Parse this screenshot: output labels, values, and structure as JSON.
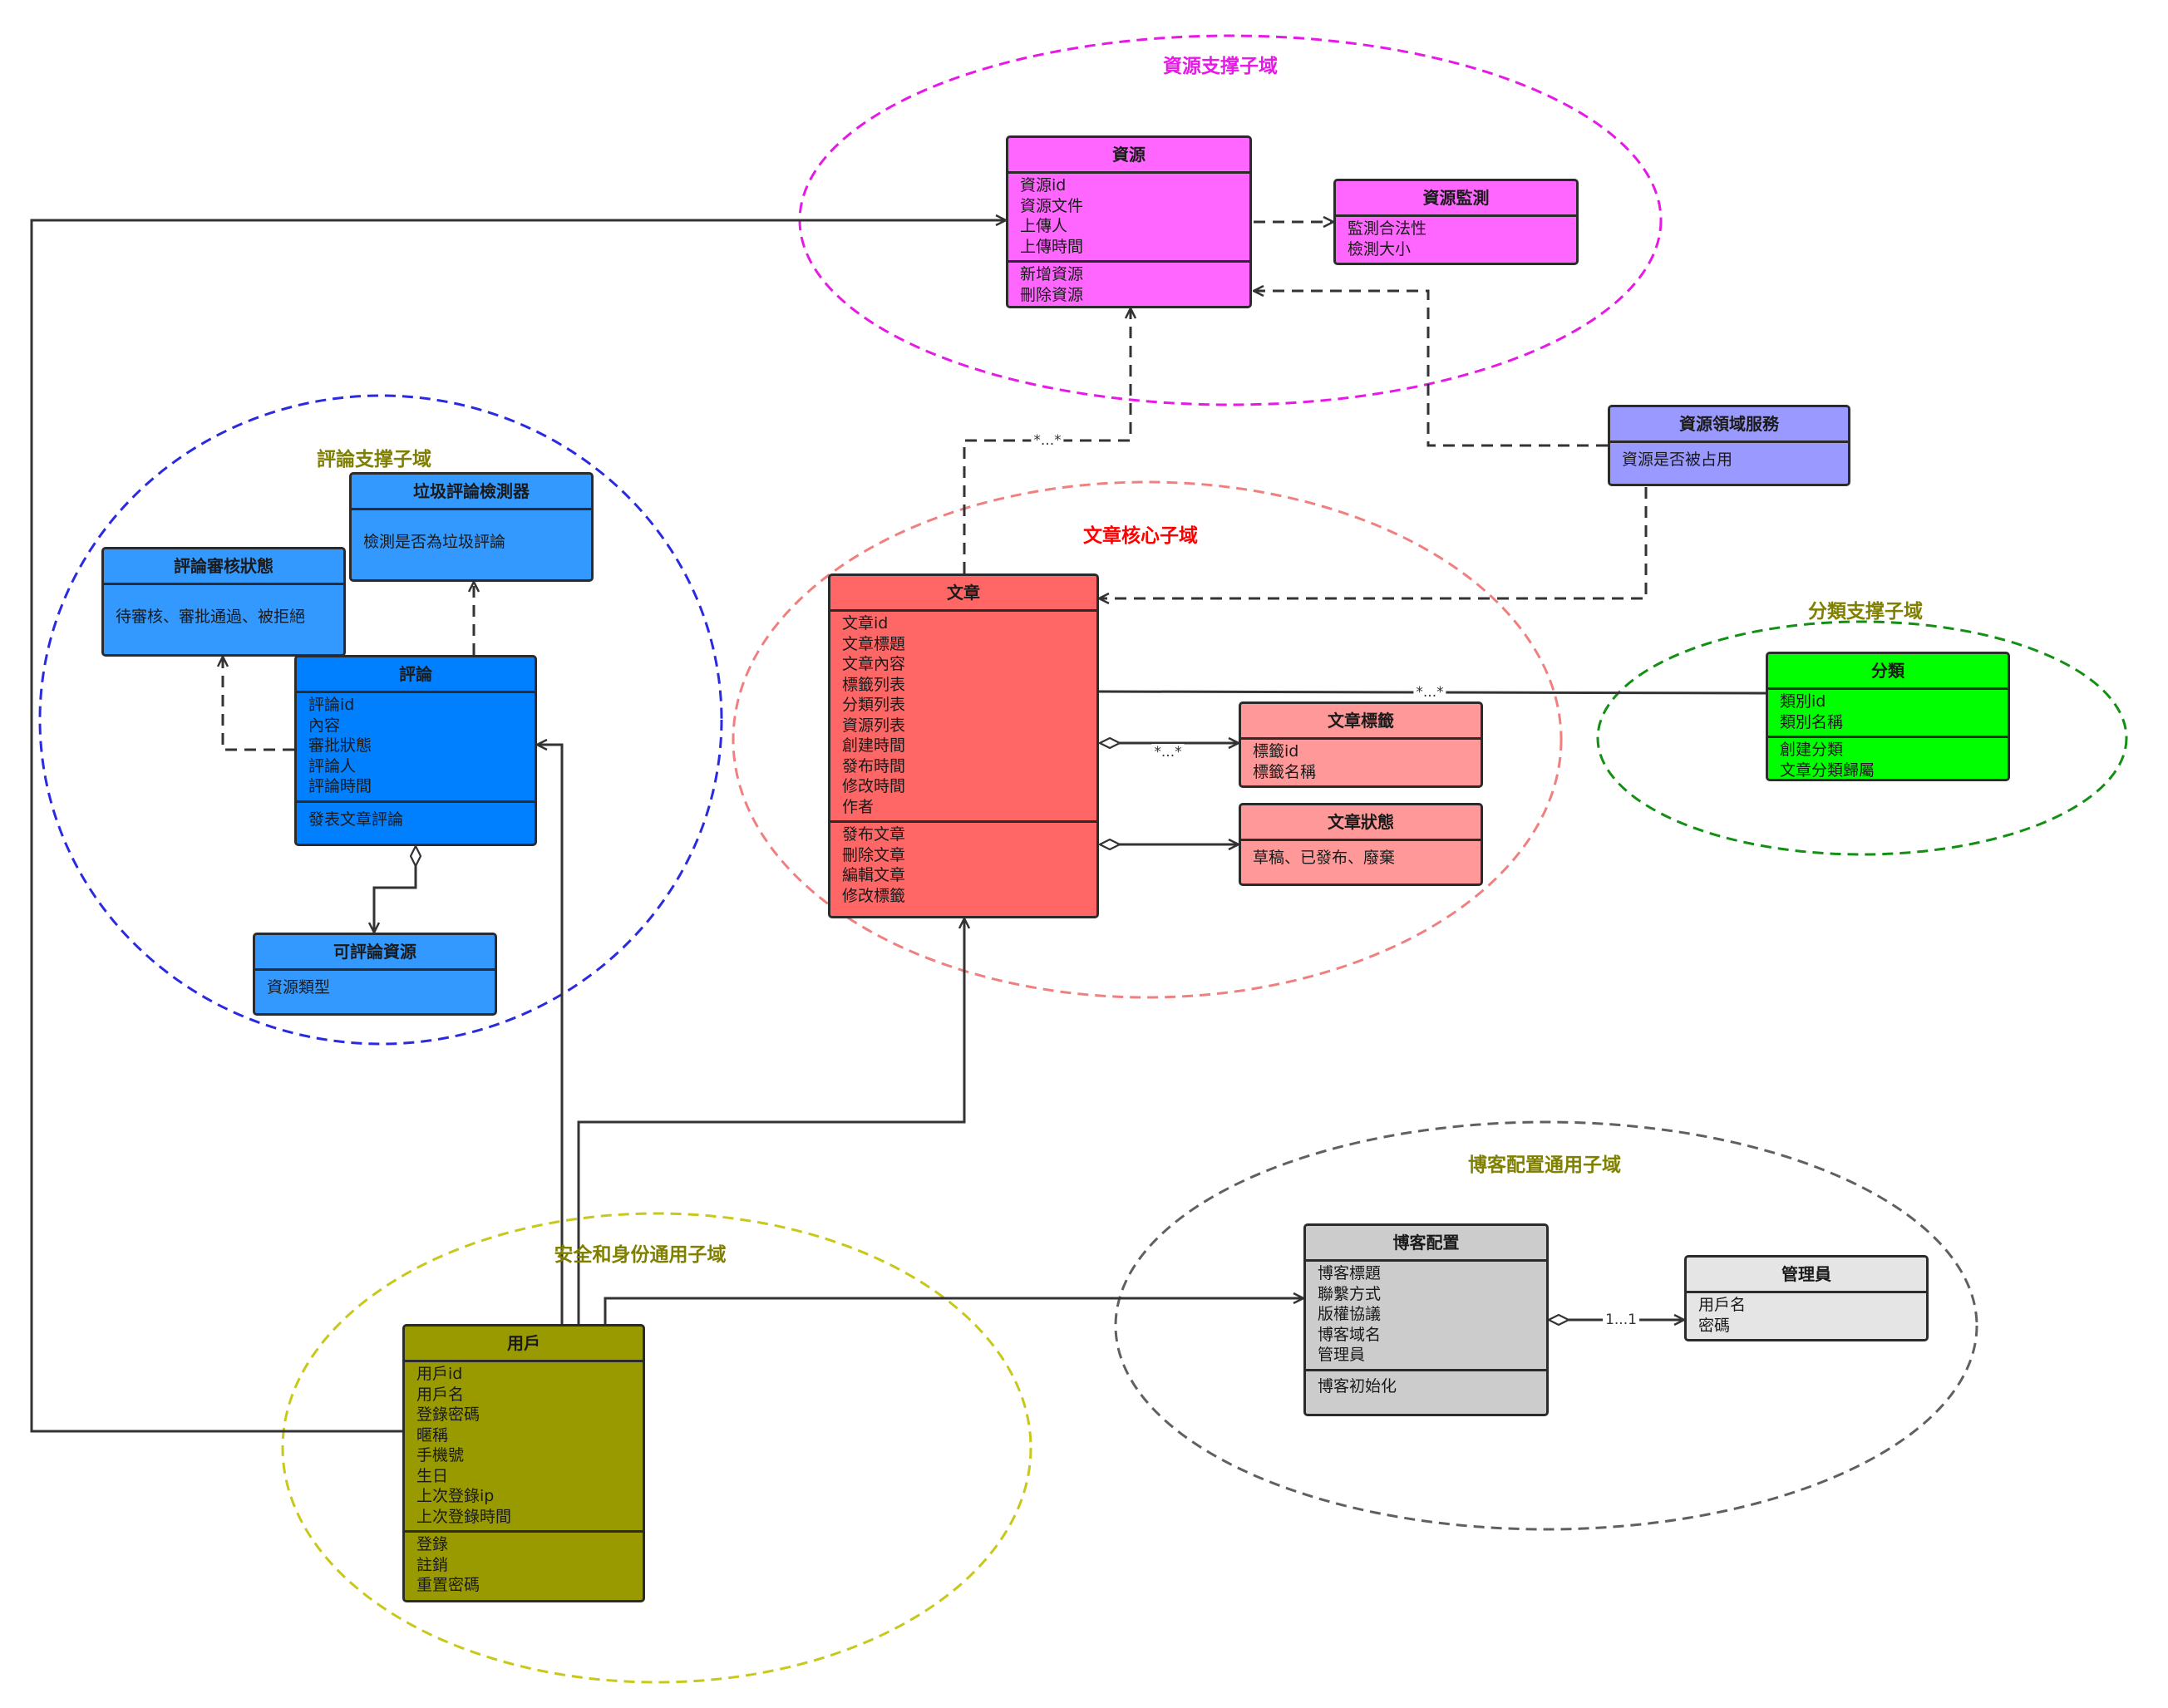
{
  "zones": [
    {
      "id": "resource",
      "label": "資源支撑子域",
      "color": "#e619e6"
    },
    {
      "id": "comment",
      "label": "評論支撑子域",
      "color": "#808000"
    },
    {
      "id": "article",
      "label": "文章核心子域",
      "color": "#ff0000"
    },
    {
      "id": "category",
      "label": "分類支撑子域",
      "color": "#808000"
    },
    {
      "id": "blogconfig",
      "label": "博客配置通用子域",
      "color": "#808000"
    },
    {
      "id": "security",
      "label": "安全和身份通用子域",
      "color": "#808000"
    }
  ],
  "classes": {
    "resource": {
      "title": "資源",
      "fill": "#ff66ff",
      "attributes": [
        "資源id",
        "資源文件",
        "上傳人",
        "上傳時間"
      ],
      "methods": [
        "新增資源",
        "刪除資源"
      ]
    },
    "resource_monitor": {
      "title": "資源監測",
      "fill": "#ff66ff",
      "attributes": [
        "監測合法性",
        "檢測大小"
      ]
    },
    "resource_domain_service": {
      "title": "資源領域服務",
      "fill": "#9999ff",
      "note": "資源是否被占用"
    },
    "spam_detector": {
      "title": "垃圾評論檢測器",
      "fill": "#3399ff",
      "note": "檢測是否為垃圾評論"
    },
    "comment_review_status": {
      "title": "評論審核狀態",
      "fill": "#3399ff",
      "note": "待審核、審批通過、被拒絕"
    },
    "comment": {
      "title": "評論",
      "fill": "#0080ff",
      "attributes": [
        "評論id",
        "內容",
        "審批狀態",
        "評論人",
        "評論時間"
      ],
      "methods": [
        "發表文章評論"
      ]
    },
    "commentable_resource": {
      "title": "可評論資源",
      "fill": "#3399ff",
      "note": "資源類型"
    },
    "article": {
      "title": "文章",
      "fill": "#ff6666",
      "attributes": [
        "文章id",
        "文章標題",
        "文章內容",
        "標籤列表",
        "分類列表",
        "資源列表",
        "創建時間",
        "發布時間",
        "修改時間",
        "作者"
      ],
      "methods": [
        "發布文章",
        "刪除文章",
        "編輯文章",
        "修改標籤"
      ]
    },
    "article_tag": {
      "title": "文章標籤",
      "fill": "#ff9999",
      "attributes": [
        "標籤id",
        "標籤名稱"
      ]
    },
    "article_status": {
      "title": "文章狀態",
      "fill": "#ff9999",
      "note": "草稿、已發布、廢棄"
    },
    "category": {
      "title": "分類",
      "fill": "#00ff00",
      "attributes": [
        "類別id",
        "類別名稱"
      ],
      "methods": [
        "創建分類",
        "文章分類歸屬"
      ]
    },
    "blog_config": {
      "title": "博客配置",
      "fill": "#cccccc",
      "attributes": [
        "博客標題",
        "聯繫方式",
        "版權協議",
        "博客域名",
        "管理員"
      ],
      "methods": [
        "博客初始化"
      ]
    },
    "admin": {
      "title": "管理員",
      "fill": "#e5e5e5",
      "attributes": [
        "用戶名",
        "密碼"
      ]
    },
    "user": {
      "title": "用戶",
      "fill": "#999900",
      "attributes": [
        "用戶id",
        "用戶名",
        "登錄密碼",
        "暱稱",
        "手機號",
        "生日",
        "上次登錄ip",
        "上次登錄時間"
      ],
      "methods": [
        "登錄",
        "註銷",
        "重置密碼"
      ]
    }
  },
  "multiplicities": {
    "article_resource": "*...*",
    "article_tag": "*...*",
    "article_category": "*...*",
    "config_admin": "1...1"
  }
}
